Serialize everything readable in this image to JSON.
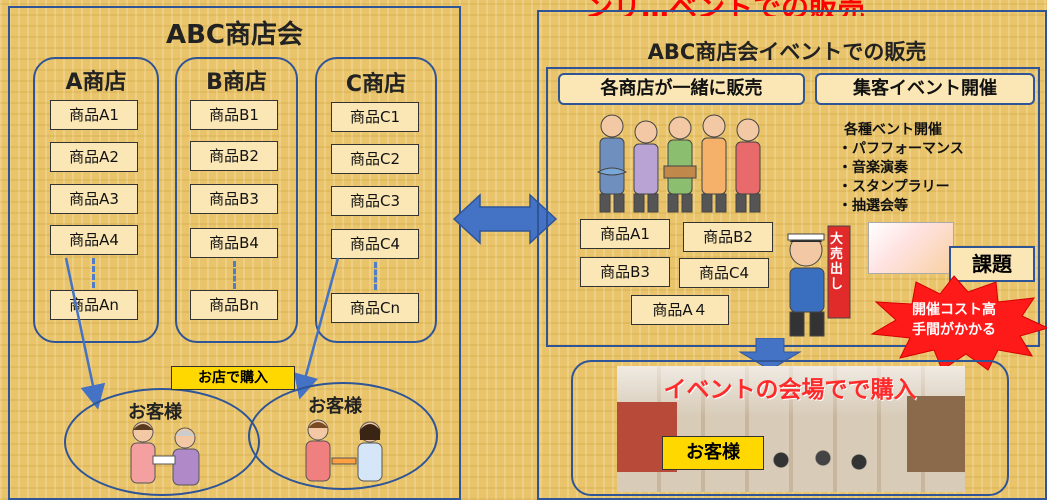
{
  "banner": "ンリ…ベントでの販売",
  "left": {
    "title": "ABC商店会",
    "stores": [
      {
        "name": "A商店",
        "items": [
          "商品A1",
          "商品A2",
          "商品A3",
          "商品A4",
          "商品An"
        ]
      },
      {
        "name": "B商店",
        "items": [
          "商品B1",
          "商品B2",
          "商品B3",
          "商品B4",
          "商品Bn"
        ]
      },
      {
        "name": "C商店",
        "items": [
          "商品C1",
          "商品C2",
          "商品C3",
          "商品C4",
          "商品Cn"
        ]
      }
    ],
    "purchase_label": "お店で購入",
    "customers": [
      "お客様",
      "お客様"
    ]
  },
  "right": {
    "title": "ABC商店会イベントでの販売",
    "box1": "各商店が一緒に販売",
    "box2": "集客イベント開催",
    "event_lines": [
      "各種ベント開催",
      "・パフフォーマンス",
      "・音楽演奏",
      "・スタンプラリー",
      "・抽選会等"
    ],
    "items": [
      "商品A1",
      "商品B2",
      "商品B3",
      "商品C4",
      "商品A４"
    ],
    "issue_label": "課題",
    "burst_line1": "開催コスト高",
    "burst_line2": "手間がかかる",
    "sign_text": "大売出し",
    "venue_title": "イベントの会場でで購入",
    "venue_customer": "お客様"
  },
  "colors": {
    "border": "#2f5597",
    "arrow": "#4472c4",
    "burst": "#ff1a1a",
    "venue_title": "#ff2a2a",
    "banner": "#ff0000"
  }
}
